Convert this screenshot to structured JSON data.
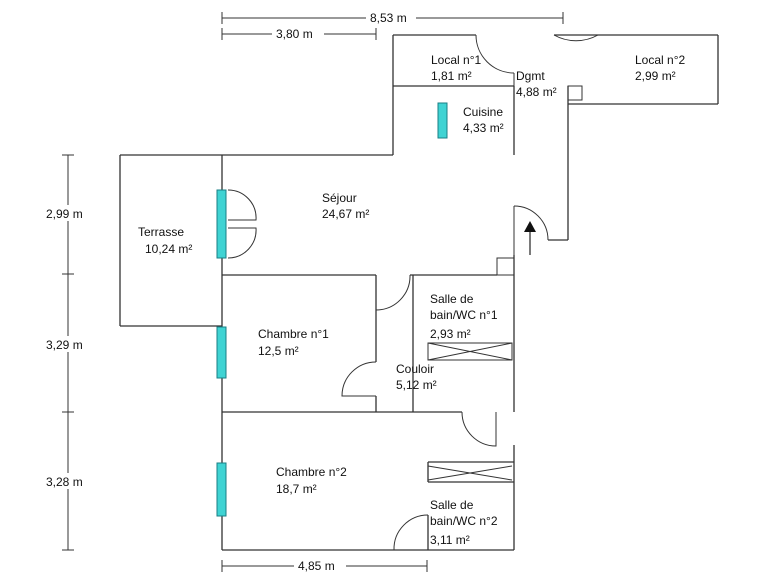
{
  "dimensions": {
    "top_total": "8,53 m",
    "top_partial": "3,80 m",
    "bottom": "4,85 m",
    "left_1": "2,99 m",
    "left_2": "3,29 m",
    "left_3": "3,28 m"
  },
  "rooms": {
    "local1": {
      "name": "Local n°1",
      "area": "1,81  m²"
    },
    "dgmt": {
      "name": "Dgmt",
      "area": "4,88  m²"
    },
    "local2": {
      "name": "Local n°2",
      "area": "2,99  m²"
    },
    "cuisine": {
      "name": "Cuisine",
      "area": "4,33  m²"
    },
    "terrasse": {
      "name": "Terrasse",
      "area": "10,24  m²"
    },
    "sejour": {
      "name": "Séjour",
      "area": "24,67  m²"
    },
    "chambre1": {
      "name": "Chambre n°1",
      "area": "12,5  m²"
    },
    "sdb1": {
      "name_line1": "Salle de",
      "name_line2": "bain/WC n°1",
      "area": "2,93  m²"
    },
    "couloir": {
      "name": "Couloir",
      "area": "5,12  m²"
    },
    "chambre2": {
      "name": "Chambre n°2",
      "area": "18,7  m²"
    },
    "sdb2": {
      "name_line1": "Salle de",
      "name_line2": "bain/WC n°2",
      "area": "3,11  m²"
    }
  },
  "colors": {
    "window": "#3fd3d3",
    "wall": "#333333"
  }
}
